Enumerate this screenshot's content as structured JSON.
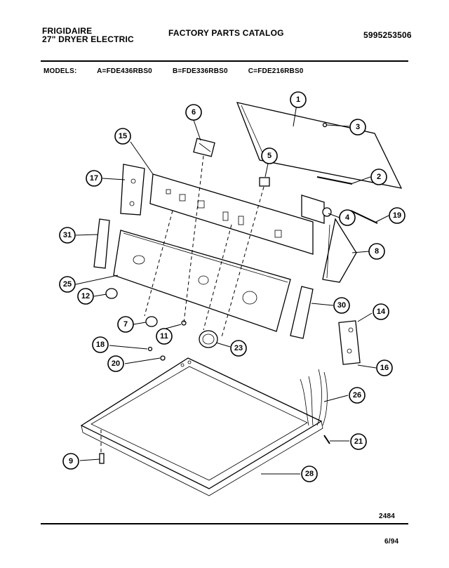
{
  "header": {
    "brand": "FRIGIDAIRE",
    "subtitle": "27\" DRYER ELECTRIC",
    "catalog_title": "FACTORY PARTS CATALOG",
    "part_number": "5995253506"
  },
  "models": {
    "label": "MODELS:",
    "a": "A=FDE436RBS0",
    "b": "B=FDE336RBS0",
    "c": "C=FDE216RBS0"
  },
  "footer": {
    "code": "2484",
    "date": "6/94"
  },
  "callouts": [
    "1",
    "2",
    "3",
    "4",
    "5",
    "6",
    "7",
    "8",
    "9",
    "11",
    "12",
    "14",
    "15",
    "16",
    "17",
    "18",
    "19",
    "20",
    "21",
    "23",
    "25",
    "26",
    "28",
    "30",
    "31"
  ]
}
